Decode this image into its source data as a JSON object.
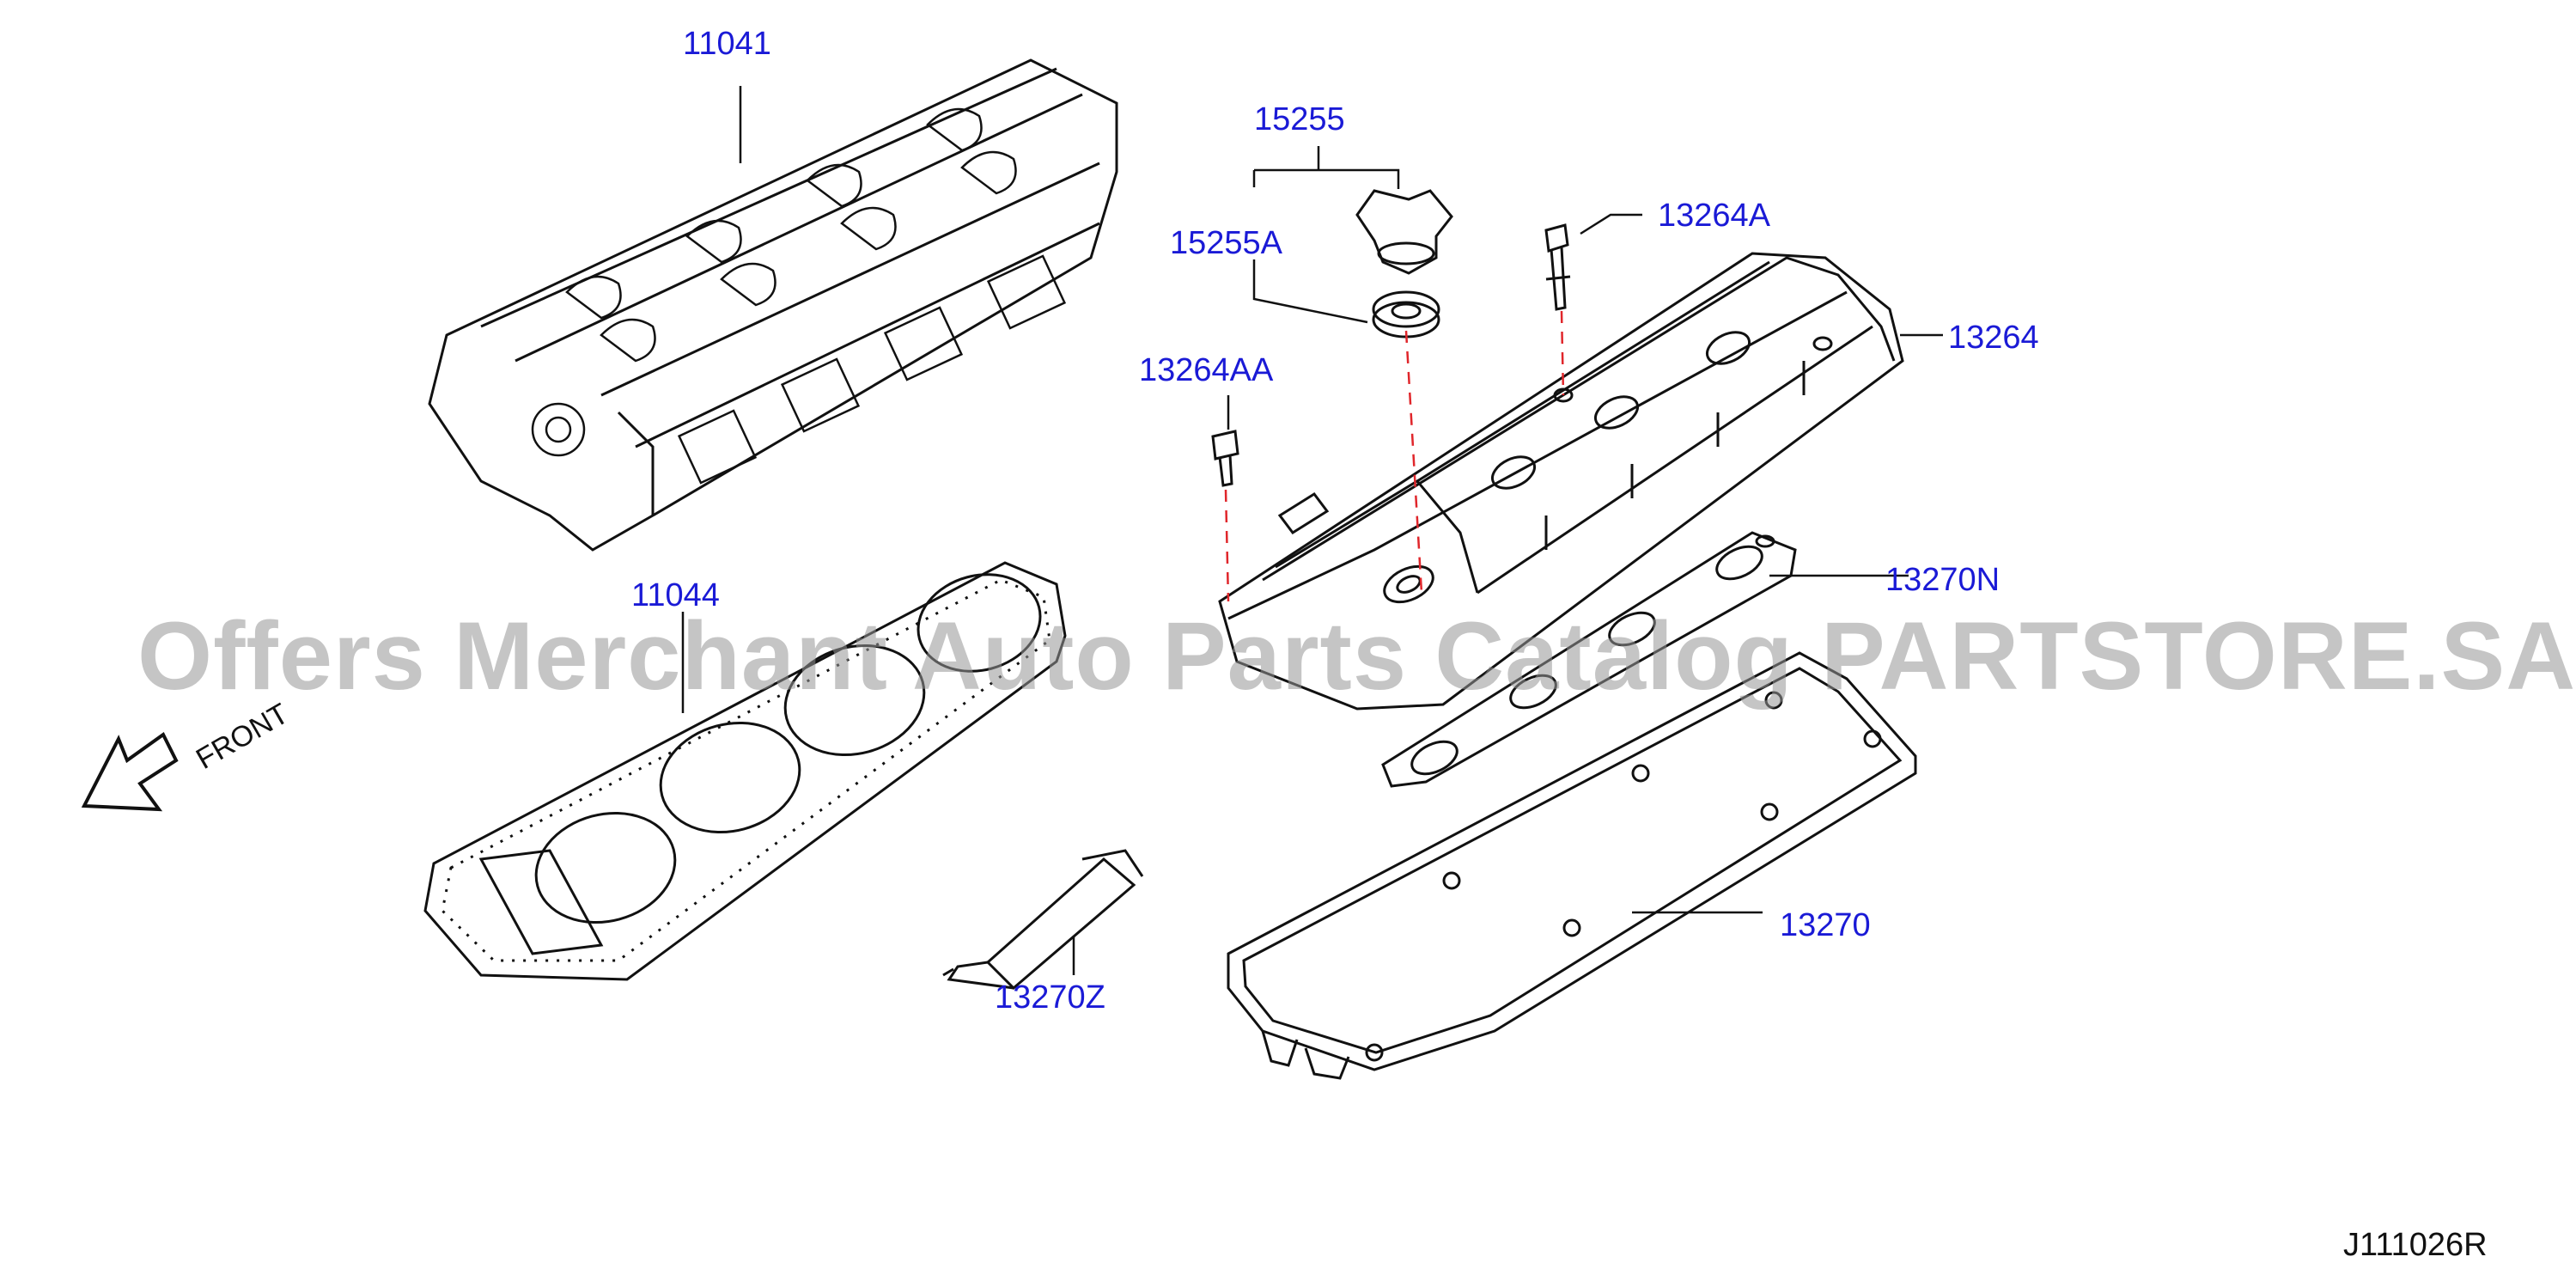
{
  "diagram": {
    "callouts": [
      {
        "id": "11041",
        "label": "11041"
      },
      {
        "id": "15255",
        "label": "15255"
      },
      {
        "id": "15255A",
        "label": "15255A"
      },
      {
        "id": "13264A",
        "label": "13264A"
      },
      {
        "id": "13264",
        "label": "13264"
      },
      {
        "id": "13264AA",
        "label": "13264AA"
      },
      {
        "id": "13270N",
        "label": "13270N"
      },
      {
        "id": "11044",
        "label": "11044"
      },
      {
        "id": "13270",
        "label": "13270"
      },
      {
        "id": "13270Z",
        "label": "13270Z"
      }
    ],
    "front_label": "FRONT",
    "diagram_code": "J111026R",
    "watermark": "Offers Merchant Auto Parts Catalog PARTSTORE.SA",
    "colors": {
      "callout": "#1a1ad6",
      "line": "#111111",
      "dashed_line": "#e0262b",
      "watermark": "#969696"
    }
  }
}
